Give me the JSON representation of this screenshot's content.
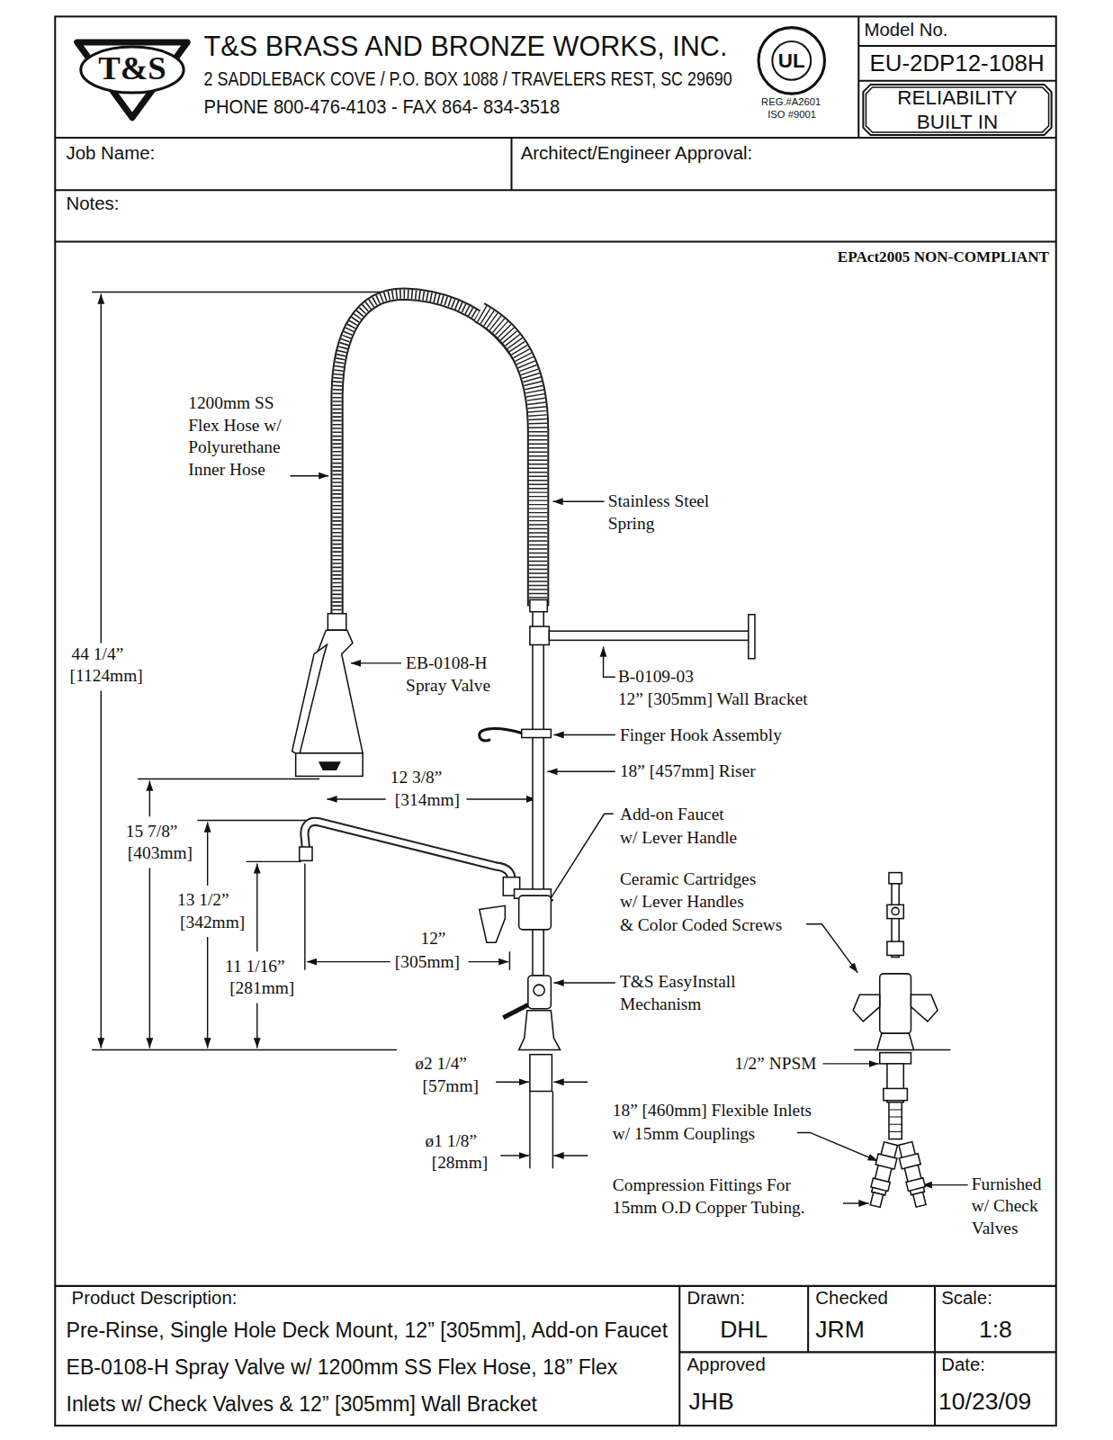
{
  "diagram": {
    "title": "T&S BRASS AND BRONZE WORKS, INC.",
    "nodes": [
      {
        "text": [
          "T&S"
        ]
      },
      {
        "text": [
          "UL"
        ]
      },
      {
        "text": [
          "Model No.",
          "EU-2DP12-108H"
        ]
      },
      {
        "text": [
          "RELIABILITY BUILT IN"
        ]
      },
      {
        "text": [
          "Job Name:"
        ]
      },
      {
        "text": [
          "Architect/Engineer Approval:"
        ]
      },
      {
        "text": [
          "Notes:"
        ]
      },
      {
        "text": [
          "Product Description:",
          "Pre-Rinse, Single Hole Deck Mount, 12” [305mm], Add-on Faucet EB-0108-H Spray Valve w/ 1200mm SS Flex Hose, 18” Flex Inlets w/ Check Valves & 12” [305mm] Wall Bracket"
        ]
      },
      {
        "text": [
          "Drawn:",
          "DHL"
        ]
      },
      {
        "text": [
          "Checked",
          "JRM"
        ]
      },
      {
        "text": [
          "Scale:",
          "1:8"
        ]
      },
      {
        "text": [
          "Approved",
          "JHB"
        ]
      },
      {
        "text": [
          "Date:",
          "10/23/09"
        ]
      }
    ],
    "labels": [
      "2 SADDLEBACK COVE / P.O. BOX 1088 / TRAVELERS REST, SC 29690",
      "PHONE 800-476-4103 - FAX 864- 834-3518",
      "REG.#A2601",
      "ISO #9001",
      "EPAct2005 NON-COMPLIANT",
      "1200mm SS Flex Hose w/ Polyurethane Inner Hose",
      "Stainless Steel Spring",
      "EB-0108-H Spray Valve",
      "B-0109-03 12” [305mm] Wall Bracket",
      "Finger Hook Assembly",
      "18” [457mm] Riser",
      "Add-on Faucet w/ Lever Handle",
      "Ceramic Cartridges w/ Lever Handles & Color Coded Screws",
      "T&S EasyInstall Mechanism",
      "1/2” NPSM",
      "18” [460mm] Flexible Inlets w/ 15mm Couplings",
      "Compression Fittings For 15mm O.D Copper Tubing.",
      "Furnished w/ Check Valves",
      "44 1/4”",
      "[1124mm]",
      "15 7/8”",
      "[403mm]",
      "12 3/8”",
      "[314mm]",
      "13 1/2”",
      "[342mm]",
      "11 1/16”",
      "[281mm]",
      "12”",
      "[305mm]",
      "ø2 1/4”",
      "[57mm]",
      "ø1 1/8”",
      "[28mm]"
    ]
  }
}
